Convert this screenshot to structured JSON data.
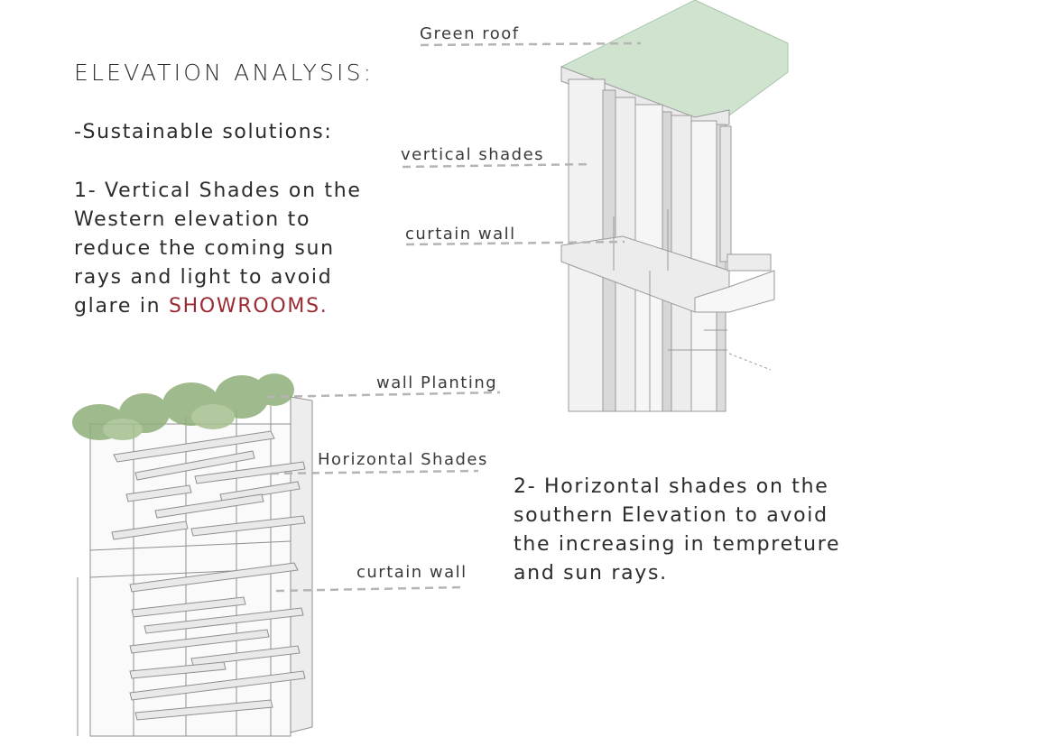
{
  "heading": {
    "title": "ELEVATION ANALYSIS:",
    "subtitle": "-Sustainable solutions:"
  },
  "point1": {
    "lines": [
      "1- Vertical Shades on the",
      "Western elevation to",
      "reduce the coming sun",
      "rays and light to avoid"
    ],
    "last_line_prefix": "glare in ",
    "highlight": "SHOWROOMS",
    "last_line_suffix": "."
  },
  "point2": {
    "lines": [
      "2- Horizontal shades on the",
      "southern Elevation to avoid",
      "the increasing in tempreture",
      "and sun rays."
    ]
  },
  "labels": {
    "green_roof": "Green roof",
    "vertical_shades": "vertical shades",
    "curtain_wall_top": "curtain wall",
    "wall_planting": "wall Planting",
    "horizontal_shades": "Horizontal Shades",
    "curtain_wall_bottom": "curtain wall"
  },
  "colors": {
    "text": "#2b2b2b",
    "highlight": "#9a2a33",
    "green_roof": "#cfe3cf",
    "leader_line": "#b5b5b5",
    "planting": "#8fae78"
  }
}
